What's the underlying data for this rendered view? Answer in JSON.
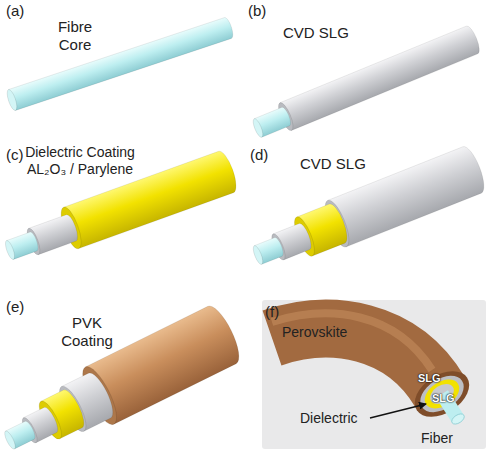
{
  "diagram": {
    "labels": [
      "(a)",
      "Fibre Core",
      "(b)",
      "CVD SLG",
      "(c)",
      "Dielectric Coating AL₂O₃ / Parylene",
      "(d)",
      "CVD SLG",
      "(e)",
      "PVK Coating",
      "(f)",
      "Perovskite",
      "SLG",
      "SLG",
      "Dielectric",
      "Fiber"
    ]
  }
}
